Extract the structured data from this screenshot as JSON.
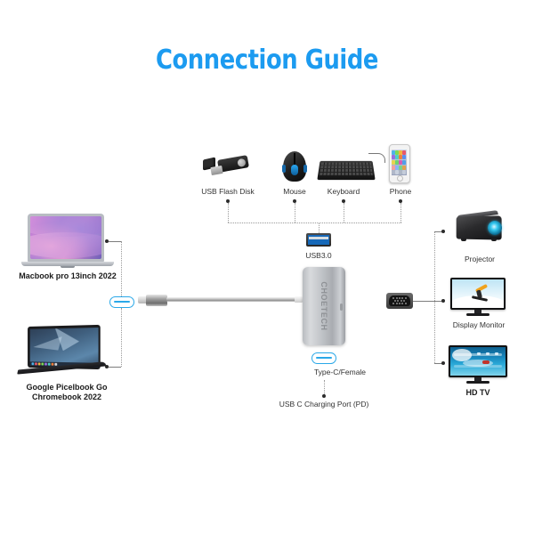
{
  "page": {
    "title": "Connection Guide",
    "title_color": "#1c9bf0",
    "background": "#ffffff"
  },
  "hub": {
    "brand": "CHOETECH",
    "ports": {
      "usb3_label": "USB3.0",
      "typec_label": "Type-C/Female",
      "charging_label": "USB C Charging Port (PD)"
    },
    "accent_color": "#2aa8e8",
    "usb3_port_color": "#1668b8",
    "body_color": "#c3c6ca"
  },
  "input_devices": [
    {
      "label": "USB Flash Disk",
      "icon": "usb-flash-disk-icon"
    },
    {
      "label": "Mouse",
      "icon": "mouse-icon"
    },
    {
      "label": "Keyboard",
      "icon": "keyboard-icon"
    },
    {
      "label": "Phone",
      "icon": "phone-icon"
    }
  ],
  "host_devices": [
    {
      "label": "Macbook pro 13inch 2022",
      "icon": "macbook-icon"
    },
    {
      "label": "Google Picelbook Go\nChromebook 2022",
      "icon": "chromebook-icon"
    }
  ],
  "output_devices": [
    {
      "label": "Projector",
      "icon": "projector-icon"
    },
    {
      "label": "Display Monitor",
      "icon": "display-monitor-icon"
    },
    {
      "label": "HD TV",
      "icon": "hd-tv-icon"
    }
  ],
  "connectors": {
    "typec_male_icon": "type-c-connector-icon",
    "vga_icon": "vga-port-icon",
    "cable_icon": "usb-c-cable-icon"
  }
}
